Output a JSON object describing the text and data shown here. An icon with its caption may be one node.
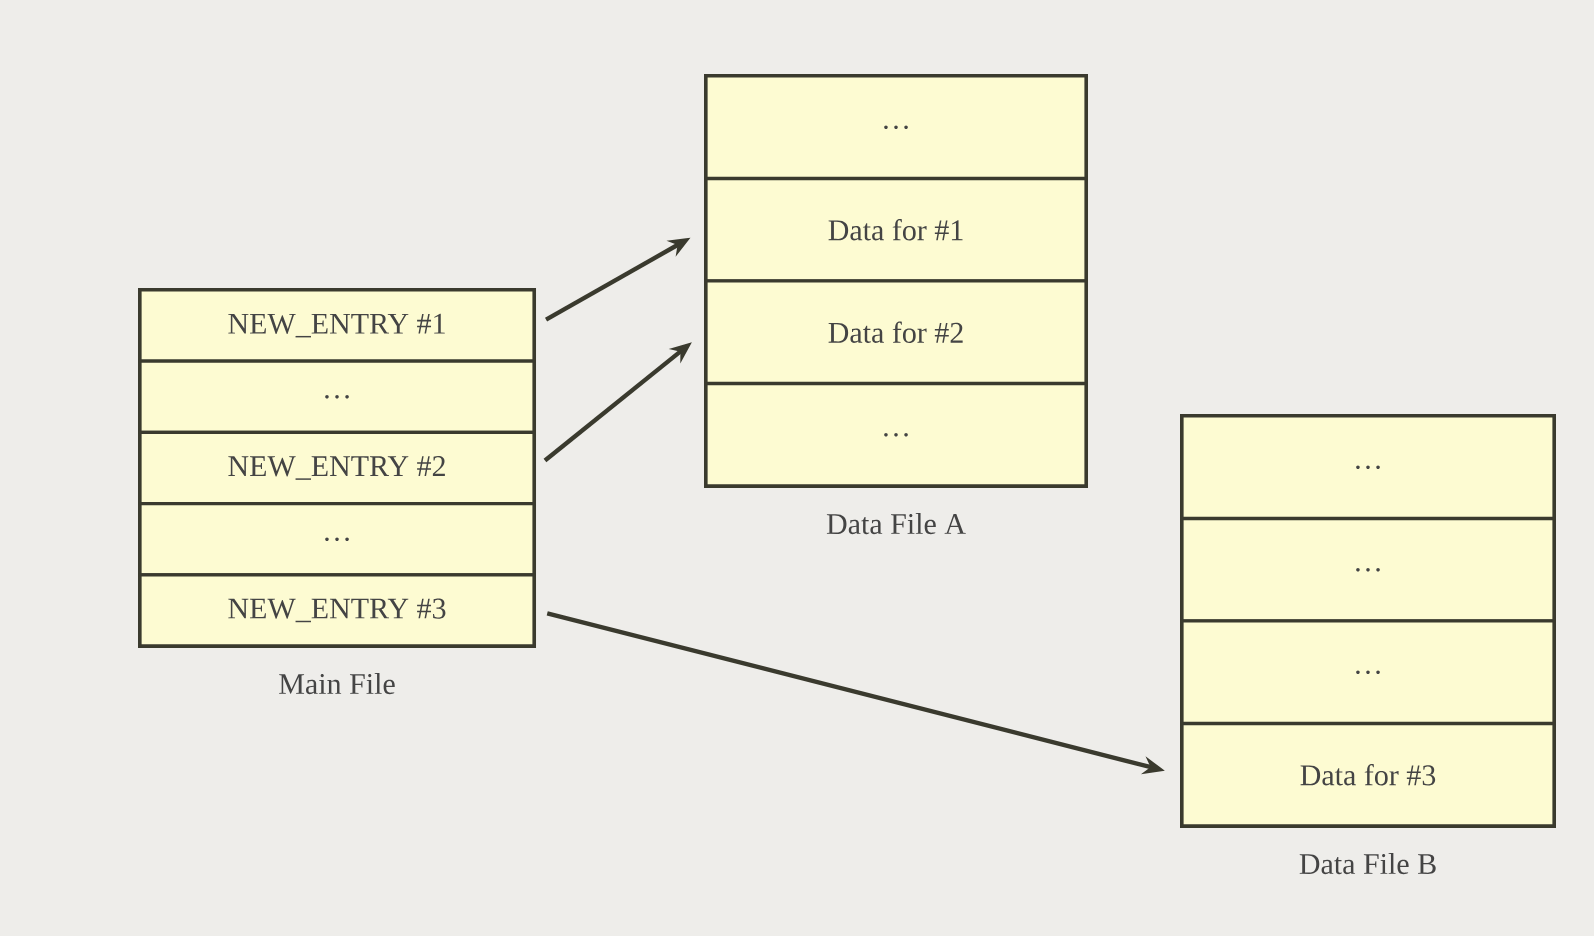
{
  "diagram": {
    "nodes": [
      {
        "text": [
          "Main File"
        ]
      },
      {
        "text": [
          "NEW_ENTRY #1"
        ],
        "in": 0
      },
      {
        "text": [
          "…"
        ],
        "in": 0
      },
      {
        "text": [
          "NEW_ENTRY #2"
        ],
        "in": 0
      },
      {
        "text": [
          "…"
        ],
        "in": 0
      },
      {
        "text": [
          "NEW_ENTRY #3"
        ],
        "in": 0
      },
      {
        "text": [
          "Data File A"
        ]
      },
      {
        "text": [
          "…"
        ],
        "in": 6
      },
      {
        "text": [
          "Data for #1"
        ],
        "in": 6
      },
      {
        "text": [
          "Data for #2"
        ],
        "in": 6
      },
      {
        "text": [
          "…"
        ],
        "in": 6
      },
      {
        "text": [
          "Data File B"
        ]
      },
      {
        "text": [
          "…"
        ],
        "in": 11
      },
      {
        "text": [
          "…"
        ],
        "in": 11
      },
      {
        "text": [
          "…"
        ],
        "in": 11
      },
      {
        "text": [
          "Data for #3"
        ],
        "in": 11
      }
    ],
    "edges": [
      {
        "from": 1,
        "to": 8,
        "arrow": "to"
      },
      {
        "from": 3,
        "to": 9,
        "arrow": "to"
      },
      {
        "from": 5,
        "to": 15,
        "arrow": "to"
      }
    ]
  }
}
